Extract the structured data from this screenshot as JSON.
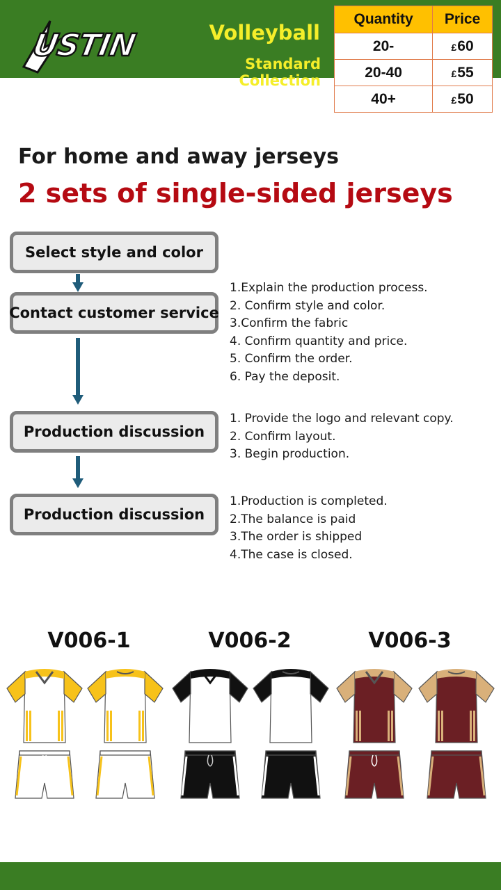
{
  "brand": {
    "logo_text": "AUSTIN",
    "title": "Volleyball",
    "subtitle": "Standard Collection",
    "colors": {
      "header_green": "#3a7d23",
      "title_yellow": "#f5ee2a",
      "accent_red": "#b50a12",
      "table_header": "#ffc000"
    }
  },
  "price_table": {
    "headers": [
      "Quantity",
      "Price"
    ],
    "currency": "£",
    "rows": [
      {
        "quantity": "20-",
        "price": "60"
      },
      {
        "quantity": "20-40",
        "price": "55"
      },
      {
        "quantity": "40+",
        "price": "50"
      }
    ]
  },
  "intro": {
    "line1": "For home and away jerseys",
    "line2": "2 sets of single-sided jerseys"
  },
  "steps": [
    {
      "label": "Select style and color",
      "notes": []
    },
    {
      "label": "Contact customer service",
      "notes": [
        "1.Explain the production process.",
        "2. Confirm style and color.",
        "3.Confirm the fabric",
        "4. Confirm quantity and price.",
        "5. Confirm the order.",
        "6. Pay the deposit."
      ]
    },
    {
      "label": "Production discussion",
      "notes": [
        "1. Provide the logo and relevant copy.",
        "2. Confirm layout.",
        "3. Begin production."
      ]
    },
    {
      "label": "Production discussion",
      "notes": [
        "1.Production is completed.",
        "2.The balance is paid",
        "3.The order is shipped",
        "4.The case is closed."
      ]
    }
  ],
  "models": [
    {
      "code": "V006-1",
      "sleeve_color": "#f7c21a",
      "body_color": "#ffffff",
      "shorts_color": "#ffffff",
      "stripe_color": "#f7c21a"
    },
    {
      "code": "V006-2",
      "sleeve_color": "#111111",
      "body_color": "#ffffff",
      "shorts_color": "#111111",
      "stripe_color": "#ffffff"
    },
    {
      "code": "V006-3",
      "sleeve_color": "#d9b07a",
      "body_color": "#6b1f24",
      "shorts_color": "#6b1f24",
      "stripe_color": "#d9b07a"
    }
  ]
}
